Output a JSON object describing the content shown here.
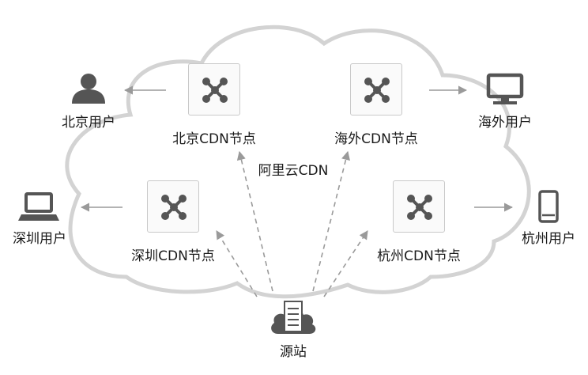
{
  "cloud": {
    "name": "阿里云CDN"
  },
  "nodes": [
    {
      "id": "beijing",
      "label": "北京CDN节点",
      "icon": "network-node-icon"
    },
    {
      "id": "overseas",
      "label": "海外CDN节点",
      "icon": "network-node-icon"
    },
    {
      "id": "shenzhen",
      "label": "深圳CDN节点",
      "icon": "network-node-icon"
    },
    {
      "id": "hangzhou",
      "label": "杭州CDN节点",
      "icon": "network-node-icon"
    }
  ],
  "users": [
    {
      "id": "beijing",
      "label": "北京用户",
      "icon": "person-icon"
    },
    {
      "id": "overseas",
      "label": "海外用户",
      "icon": "monitor-icon"
    },
    {
      "id": "shenzhen",
      "label": "深圳用户",
      "icon": "laptop-icon"
    },
    {
      "id": "hangzhou",
      "label": "杭州用户",
      "icon": "phone-icon"
    }
  ],
  "origin": {
    "label": "源站",
    "icon": "cloud-server-icon"
  },
  "colors": {
    "icon": "#555555",
    "arrow": "#9a9a9a",
    "cloud_stroke": "#d0d0d0",
    "node_border": "#c9c9c9"
  }
}
